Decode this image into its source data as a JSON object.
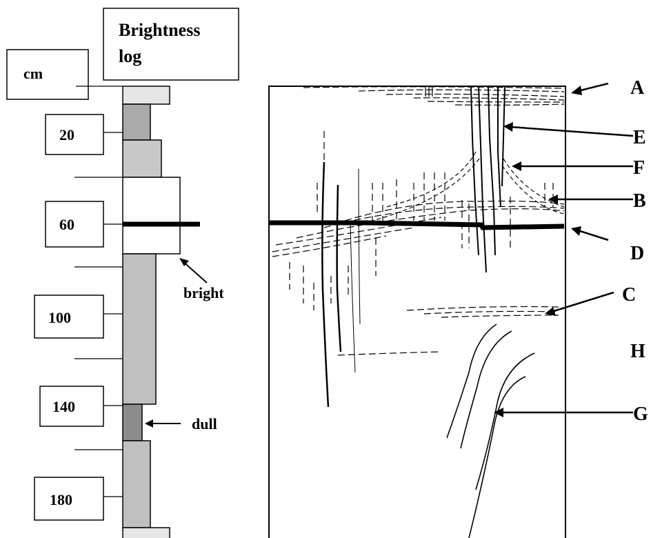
{
  "log": {
    "title_line1": "Brightness",
    "title_line2": "log",
    "unit_label": "cm",
    "depth_labels": [
      "20",
      "60",
      "100",
      "140",
      "180"
    ],
    "bright_label": "bright",
    "dull_label": "dull",
    "brightness_levels": [
      {
        "name": "very-light",
        "color": "#e6e6e6"
      },
      {
        "name": "medium-dark",
        "color": "#aaaaaa"
      },
      {
        "name": "light",
        "color": "#c8c8c8"
      },
      {
        "name": "bright",
        "color": "#ffffff"
      },
      {
        "name": "medium",
        "color": "#c0c0c0"
      },
      {
        "name": "dull",
        "color": "#8c8c8c"
      }
    ]
  },
  "section": {
    "letters": [
      "A",
      "E",
      "F",
      "B",
      "D",
      "C",
      "H",
      "G"
    ]
  }
}
